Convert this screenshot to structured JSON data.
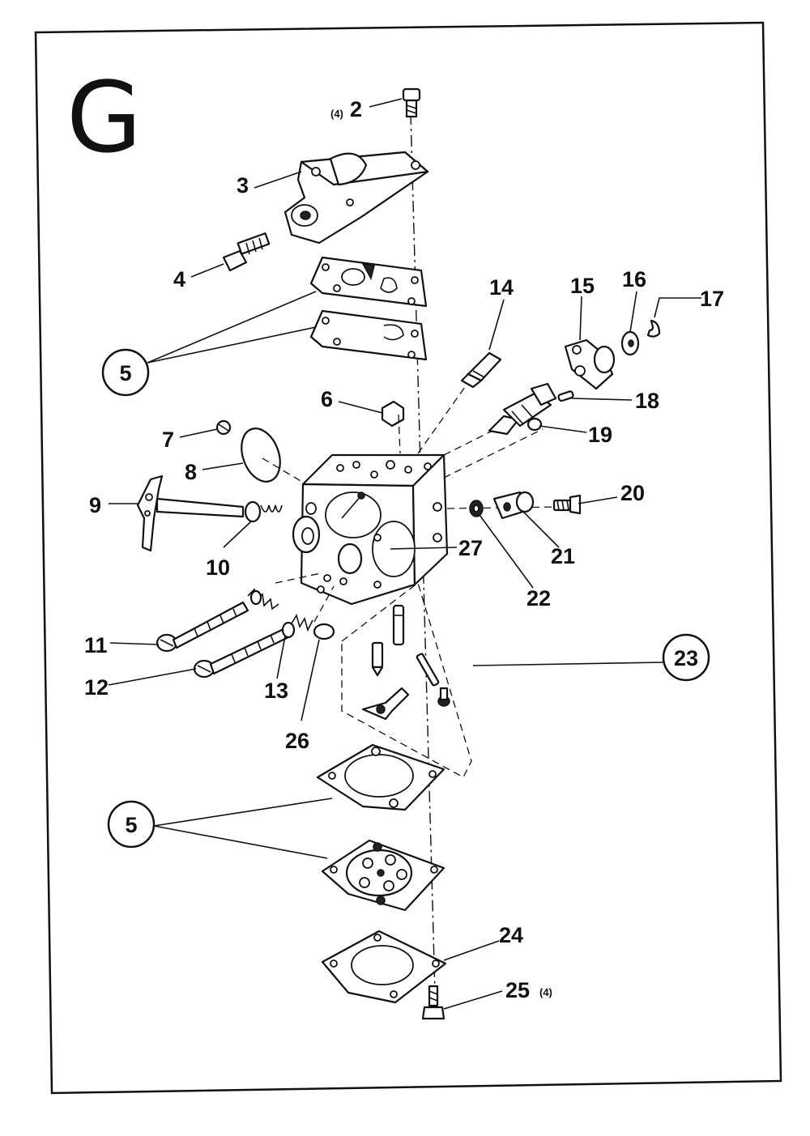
{
  "diagram": {
    "section_letter": "G",
    "callouts": [
      {
        "id": "2",
        "text": "2",
        "qty": "(4)",
        "circled": false
      },
      {
        "id": "3",
        "text": "3",
        "circled": false
      },
      {
        "id": "4",
        "text": "4",
        "circled": false
      },
      {
        "id": "5a",
        "text": "5",
        "circled": true
      },
      {
        "id": "5b",
        "text": "5",
        "circled": true
      },
      {
        "id": "6",
        "text": "6",
        "circled": false
      },
      {
        "id": "7",
        "text": "7",
        "circled": false
      },
      {
        "id": "8",
        "text": "8",
        "circled": false
      },
      {
        "id": "9",
        "text": "9",
        "circled": false
      },
      {
        "id": "10",
        "text": "10",
        "circled": false
      },
      {
        "id": "11",
        "text": "11",
        "circled": false
      },
      {
        "id": "12",
        "text": "12",
        "circled": false
      },
      {
        "id": "13",
        "text": "13",
        "circled": false
      },
      {
        "id": "14",
        "text": "14",
        "circled": false
      },
      {
        "id": "15",
        "text": "15",
        "circled": false
      },
      {
        "id": "16",
        "text": "16",
        "circled": false
      },
      {
        "id": "17",
        "text": "17",
        "circled": false
      },
      {
        "id": "18",
        "text": "18",
        "circled": false
      },
      {
        "id": "19",
        "text": "19",
        "circled": false
      },
      {
        "id": "20",
        "text": "20",
        "circled": false
      },
      {
        "id": "21",
        "text": "21",
        "circled": false
      },
      {
        "id": "22",
        "text": "22",
        "circled": false
      },
      {
        "id": "23",
        "text": "23",
        "circled": true
      },
      {
        "id": "24",
        "text": "24",
        "circled": false
      },
      {
        "id": "25",
        "text": "25",
        "qty": "(4)",
        "circled": false
      },
      {
        "id": "26",
        "text": "26",
        "circled": false
      },
      {
        "id": "27",
        "text": "27",
        "circled": false
      }
    ]
  }
}
